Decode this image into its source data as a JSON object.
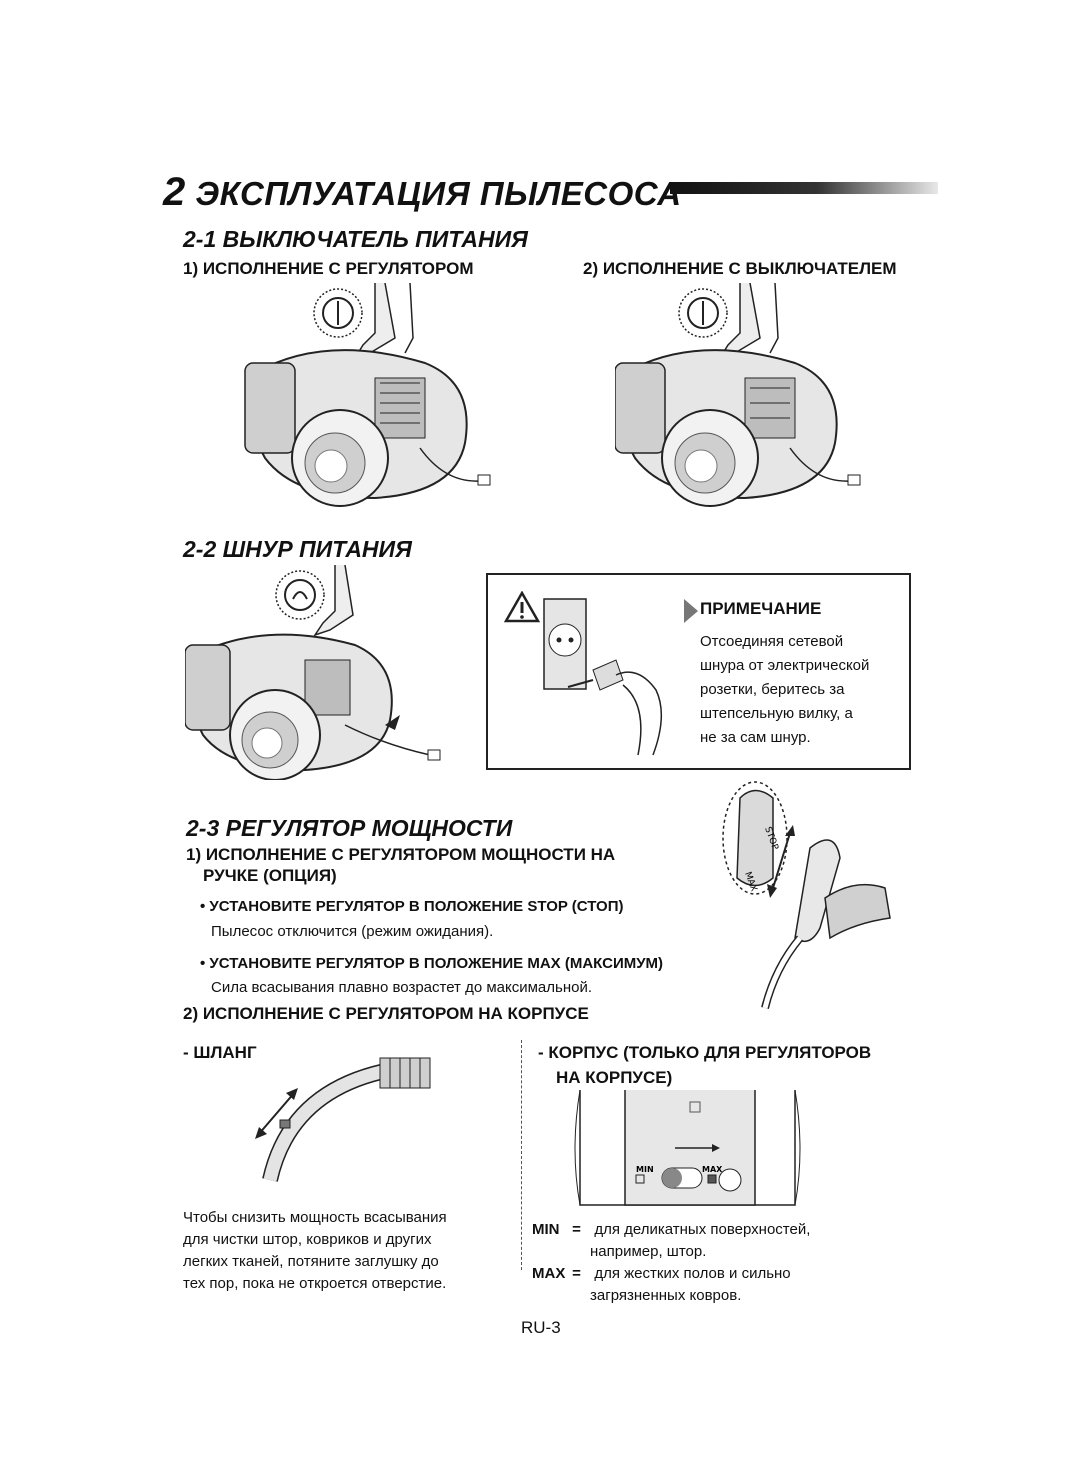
{
  "section": {
    "number": "2",
    "title": "ЭКСПЛУАТАЦИЯ ПЫЛЕСОСА"
  },
  "s21": {
    "title": "2-1 ВЫКЛЮЧАТЕЛЬ ПИТАНИЯ",
    "left_label": "1) ИСПОЛНЕНИЕ С РЕГУЛЯТОРОМ",
    "right_label": "2) ИСПОЛНЕНИЕ С ВЫКЛЮЧАТЕЛЕМ"
  },
  "s22": {
    "title": "2-2 ШНУР ПИТАНИЯ",
    "note": {
      "heading": "ПРИМЕЧАНИЕ",
      "lines": [
        "Отсоединяя сетевой",
        "шнура от электрической",
        "розетки, беритесь за",
        "штепсельную вилку, а",
        "не за сам шнур."
      ]
    }
  },
  "s23": {
    "title": "2-3 РЕГУЛЯТОР МОЩНОСТИ",
    "opt1_line1": "1) ИСПОЛНЕНИЕ С РЕГУЛЯТОРОМ МОЩНОСТИ НА",
    "opt1_line2": "РУЧКЕ (ОПЦИЯ)",
    "bullet1": "• УСТАНОВИТЕ РЕГУЛЯТОР В ПОЛОЖЕНИЕ STOP (СТОП)",
    "bullet1_text": "Пылесос отключится (режим ожидания).",
    "bullet2": "• УСТАНОВИТЕ РЕГУЛЯТОР В ПОЛОЖЕНИЕ MAX (МАКСИМУМ)",
    "bullet2_text": "Сила всасывания плавно возрастет до максимальной.",
    "opt2": "2) ИСПОЛНЕНИЕ С РЕГУЛЯТОРОМ НА КОРПУСЕ",
    "hose_label": "- ШЛАНГ",
    "body_label_1": "- КОРПУС (ТОЛЬКО ДЛЯ РЕГУЛЯТОРОВ",
    "body_label_2": "НА КОРПУСЕ)",
    "hose_text": [
      "Чтобы снизить мощность всасывания",
      "для чистки штор, ковриков и других",
      "легких тканей, потяните заглушку до",
      "тех пор, пока не откроется отверстие."
    ],
    "min_key": "MIN",
    "min_eq": "=",
    "min_text_1": "для деликатных поверхностей,",
    "min_text_2": "например, штор.",
    "max_key": "MAX",
    "max_eq": "=",
    "max_text_1": "для жестких полов и сильно",
    "max_text_2": "загрязненных ковров.",
    "dial_min": "MIN",
    "dial_max": "MAX",
    "handle_stop": "STOP",
    "handle_max": "MAX"
  },
  "footer": {
    "page": "RU-3"
  },
  "colors": {
    "ink": "#111111",
    "gray": "#9a9a9a",
    "light": "#d9d9d9"
  }
}
